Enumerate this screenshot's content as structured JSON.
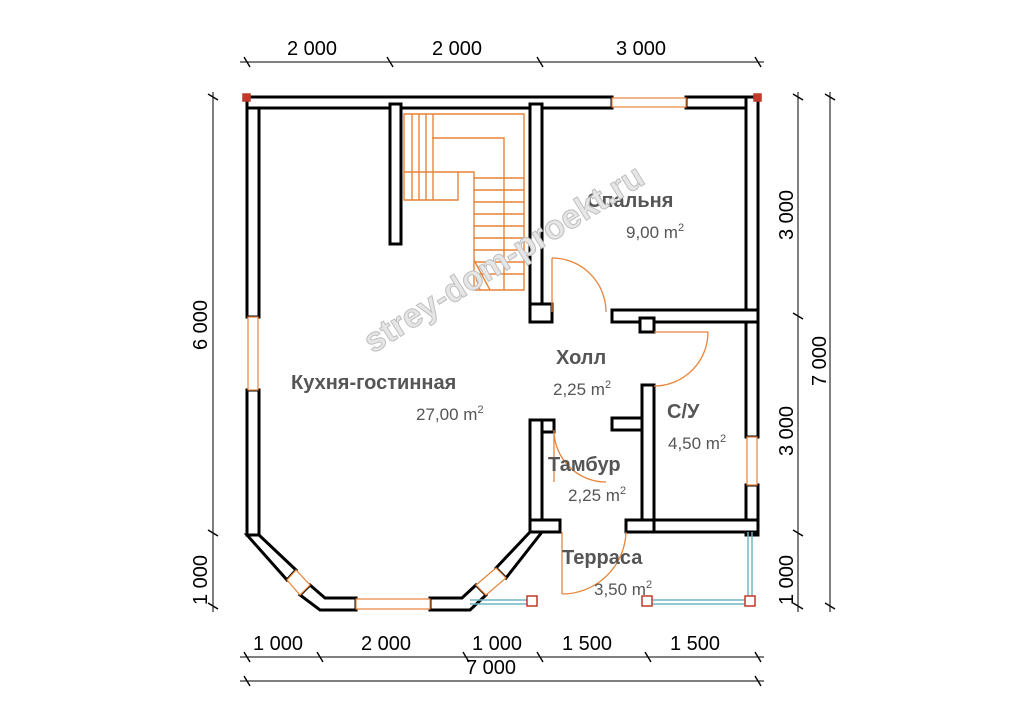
{
  "watermark": "strey-dom-proekt.ru",
  "dimensions": {
    "top": [
      "2 000",
      "2 000",
      "3 000"
    ],
    "bottom": [
      "1 000",
      "2 000",
      "1 000",
      "1 500",
      "1 500"
    ],
    "bottom_total": "7 000",
    "left": [
      "6 000",
      "1 000"
    ],
    "right_inner": [
      "3 000",
      "3 000",
      "1 000"
    ],
    "right_total": "7 000"
  },
  "rooms": {
    "bedroom": {
      "name": "Спальня",
      "area": "9,00 m",
      "unit_sup": "2"
    },
    "hall": {
      "name": "Холл",
      "area": "2,25 m",
      "unit_sup": "2"
    },
    "kitchen": {
      "name": "Кухня-гостинная",
      "area": "27,00 m",
      "unit_sup": "2"
    },
    "bathroom": {
      "name": "С/У",
      "area": "4,50 m",
      "unit_sup": "2"
    },
    "vestibule": {
      "name": "Тамбур",
      "area": "2,25 m",
      "unit_sup": "2"
    },
    "terrace": {
      "name": "Терраса",
      "area": "3,50 m",
      "unit_sup": "2"
    }
  },
  "colors": {
    "walls": "#000000",
    "doors_windows_stairs": "#e8843a",
    "terrace_railing": "#6fb8c4",
    "room_labels": "#555555",
    "posts": "#c0392b"
  }
}
